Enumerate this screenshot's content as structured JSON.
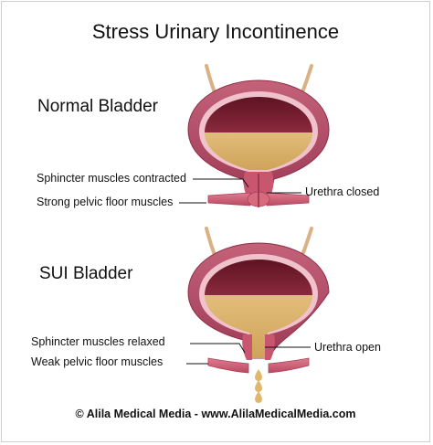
{
  "title": "Stress Urinary Incontinence",
  "normal": {
    "heading": "Normal Bladder",
    "label_sphincter": "Sphincter muscles contracted",
    "label_pelvic": "Strong pelvic floor muscles",
    "label_urethra": "Urethra closed"
  },
  "sui": {
    "heading": "SUI Bladder",
    "label_sphincter": "Sphincter muscles relaxed",
    "label_pelvic": "Weak pelvic floor muscles",
    "label_urethra": "Urethra open"
  },
  "credit": "© Alila Medical Media - www.AlilaMedicalMedia.com",
  "colors": {
    "bladder_wall": "#b8506a",
    "bladder_wall_dark": "#8e2f48",
    "bladder_lining": "#f2c7cf",
    "urine": "#d9b26c",
    "cavity": "#7a1f2f",
    "ureter": "#e5c49a",
    "pelvic_muscle": "#d86a7e"
  }
}
